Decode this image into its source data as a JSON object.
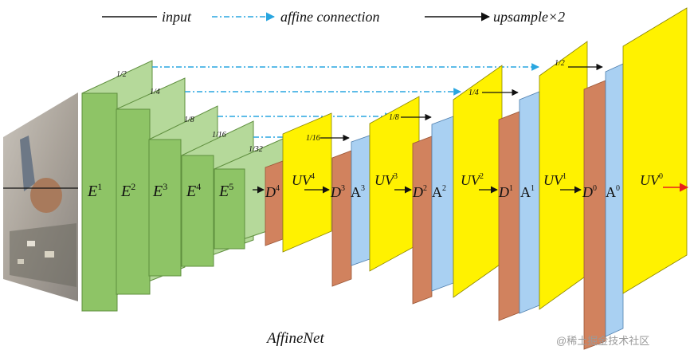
{
  "legend": {
    "input": "input",
    "affine": "affine connection",
    "upsample": "upsample×2"
  },
  "encoders": {
    "e1": {
      "letter": "E",
      "sup": "1",
      "scale": "1/2"
    },
    "e2": {
      "letter": "E",
      "sup": "2",
      "scale": "1/4"
    },
    "e3": {
      "letter": "E",
      "sup": "3",
      "scale": "1/8"
    },
    "e4": {
      "letter": "E",
      "sup": "4",
      "scale": "1/16"
    },
    "e5": {
      "letter": "E",
      "sup": "5",
      "scale": "1/32"
    }
  },
  "decoders": {
    "d4": {
      "letter": "D",
      "sup": "4"
    },
    "d3": {
      "letter": "D",
      "sup": "3"
    },
    "d2": {
      "letter": "D",
      "sup": "2"
    },
    "d1": {
      "letter": "D",
      "sup": "1"
    },
    "d0": {
      "letter": "D",
      "sup": "0"
    }
  },
  "affine": {
    "a3": {
      "letter": "A",
      "sup": "3"
    },
    "a2": {
      "letter": "A",
      "sup": "2"
    },
    "a1": {
      "letter": "A",
      "sup": "1"
    },
    "a0": {
      "letter": "A",
      "sup": "0"
    }
  },
  "uv": {
    "uv4": {
      "letter": "UV",
      "sup": "4"
    },
    "uv3": {
      "letter": "UV",
      "sup": "3"
    },
    "uv2": {
      "letter": "UV",
      "sup": "2"
    },
    "uv1": {
      "letter": "UV",
      "sup": "1"
    },
    "uv0": {
      "letter": "UV",
      "sup": "0"
    }
  },
  "panel_scales": {
    "s16": "1/16",
    "s8": "1/8",
    "s4": "1/4",
    "s2": "1/2"
  },
  "title": "AffineNet",
  "watermark": "@稀土掘金技术社区",
  "colors": {
    "encoder_front": "#8ec466",
    "encoder_side": "#b5d99a",
    "encoder_stroke": "#5f8f3e",
    "decoder": "#d1825e",
    "affine": "#a9d0f2",
    "uv": "#fff200",
    "affine_arrow": "#29a6e0",
    "output_arrow": "#e8201c"
  }
}
